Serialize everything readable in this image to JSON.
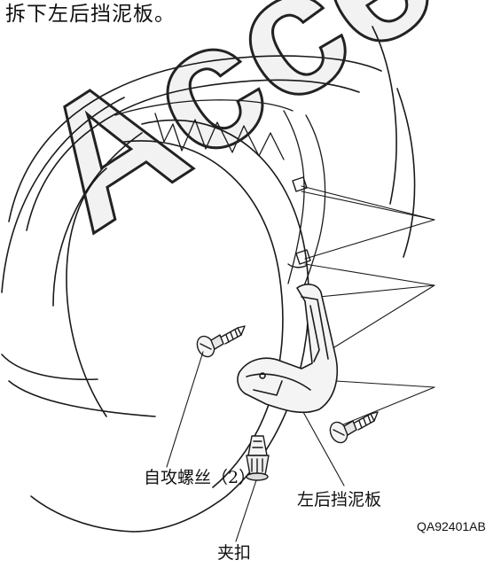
{
  "instruction": "拆下左后挡泥板。",
  "callouts": {
    "tapping_screws": "自攻螺丝（2）",
    "rear_left_mudflap": "左后挡泥板",
    "clip": "夹扣"
  },
  "figure_code": "QA92401AB",
  "watermark": "Access"
}
